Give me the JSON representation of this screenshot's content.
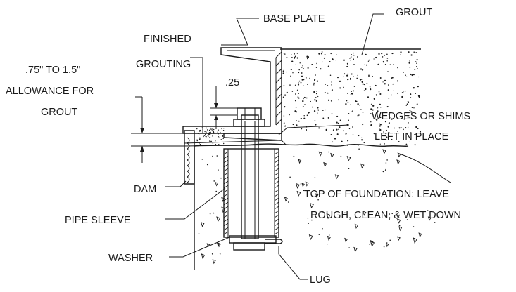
{
  "labels": {
    "base_plate": "BASE PLATE",
    "grout": "GROUT",
    "finished": "FINISHED",
    "grouting": "GROUTING",
    "dim_25": ".25",
    "allowance_1": ".75\" TO 1.5\"",
    "allowance_2": "ALLOWANCE FOR",
    "allowance_3": "GROUT",
    "wedges_1": "WEDGES OR SHIMS",
    "wedges_2": "LEFT IN PLACE",
    "dam": "DAM",
    "foundation_1": "TOP OF FOUNDATION:  LEAVE",
    "foundation_2": "ROUGH, CLEAN, & WET DOWN",
    "pipe_sleeve": "PIPE SLEEVE",
    "washer": "WASHER",
    "lug": "LUG"
  },
  "colors": {
    "line": "#1a1a1a",
    "background": "#ffffff"
  }
}
